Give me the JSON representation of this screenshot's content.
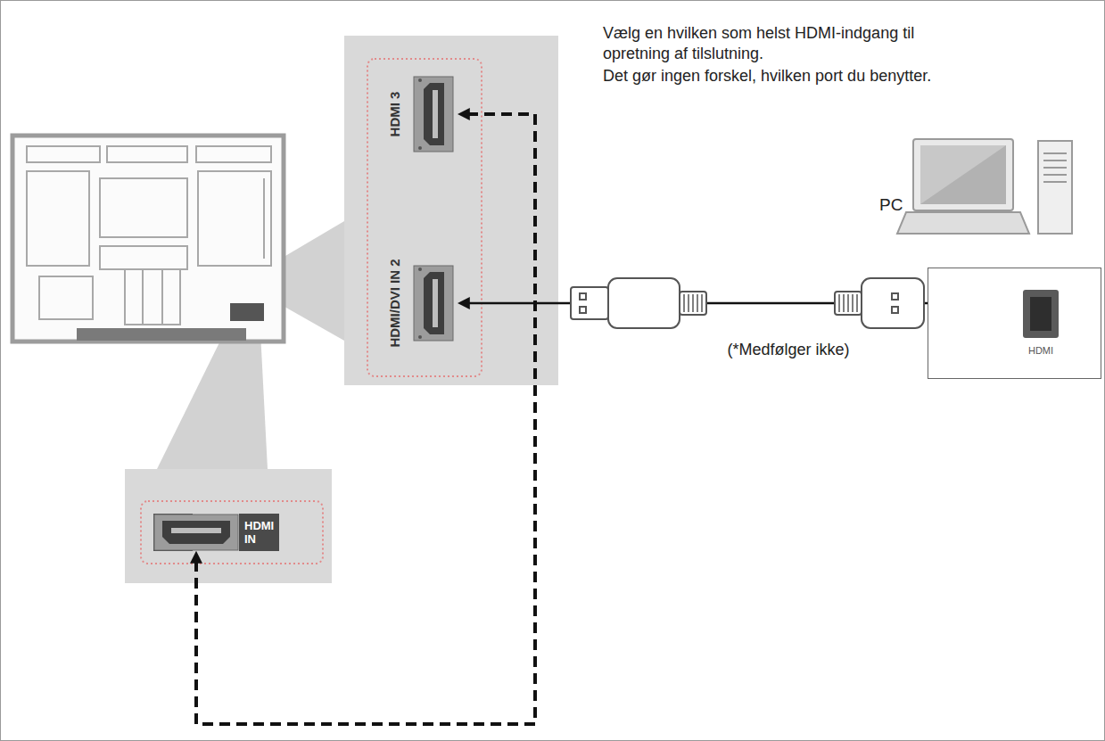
{
  "diagram": {
    "nodes": [
      {
        "text": [
          "HDMI 3"
        ]
      },
      {
        "text": [
          "HDMI/DVI IN 2"
        ]
      },
      {
        "text": [
          "HDMI IN"
        ]
      },
      {
        "text": [
          "HDMI"
        ]
      }
    ],
    "edges": [
      {
        "from": 3,
        "to": 1,
        "arrow": "to",
        "label": "(*Medfølger ikke)"
      },
      {
        "from": 0,
        "to": 2,
        "arrow": "both"
      }
    ],
    "labels": [
      "Vælg en hvilken som helst HDMI-indgang til opretning af tilslutning.",
      "Det gør ingen forskel, hvilken port du benytter.",
      "PC"
    ]
  }
}
